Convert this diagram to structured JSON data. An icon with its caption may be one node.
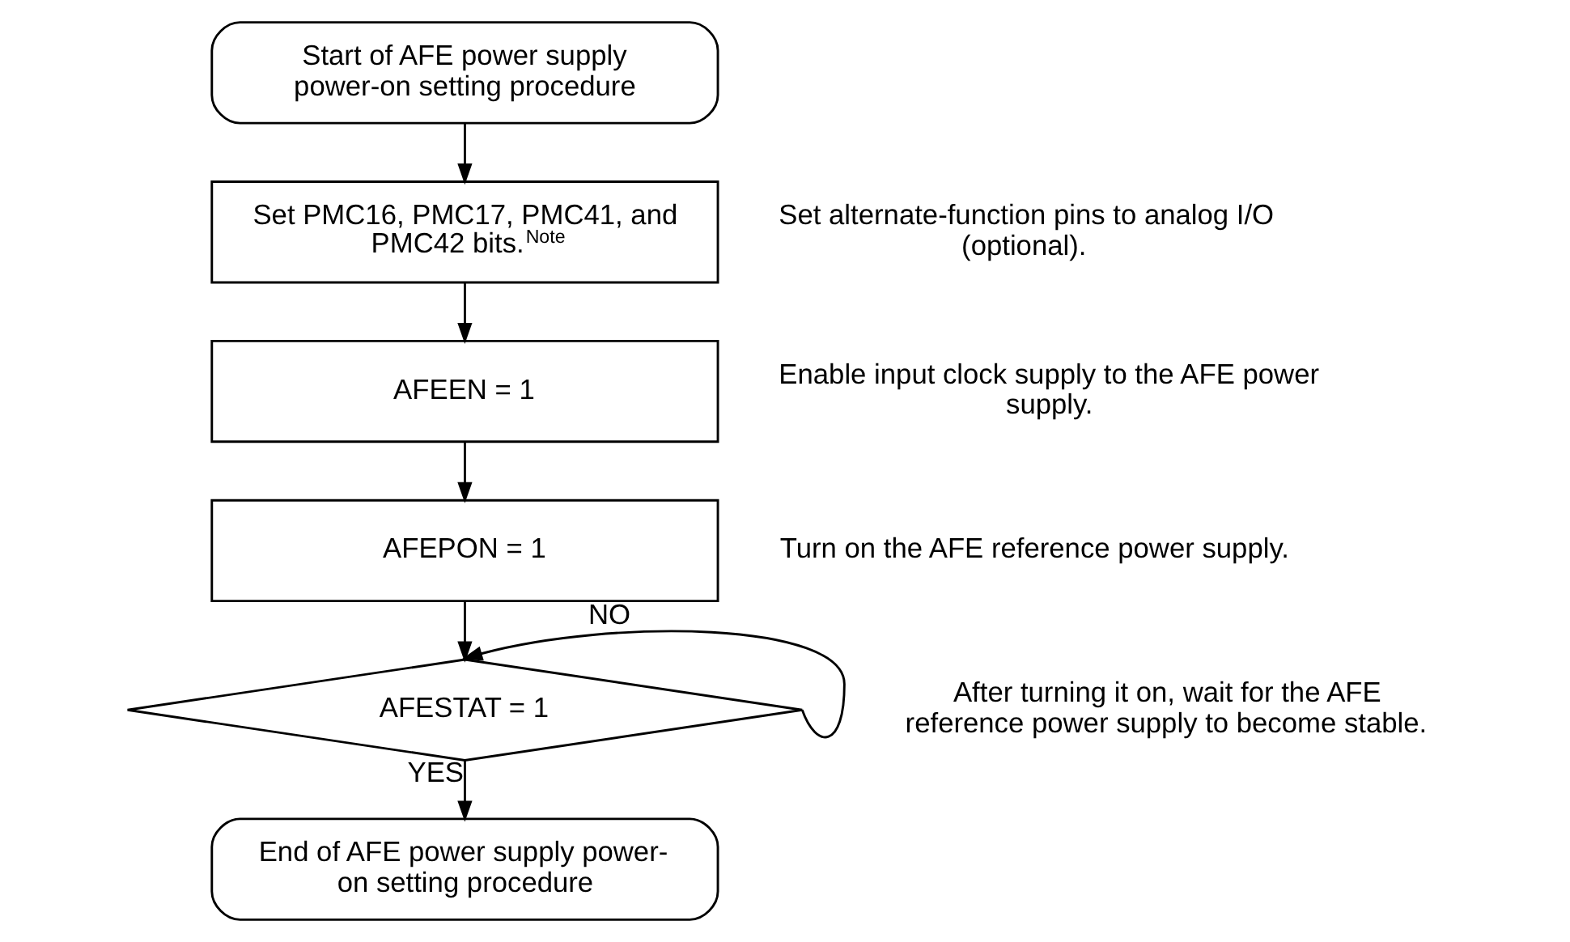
{
  "diagram": {
    "nodes": [
      {
        "text": [
          "Start of AFE power supply power-on setting procedure"
        ]
      },
      {
        "text": [
          "Set PMC16, PMC17, PMC41, and PMC42 bits.$^{Note}$"
        ],
        "beside": [
          "Set alternate-function pins to analog I/O (optional)."
        ]
      },
      {
        "text": [
          "AFEEN = 1"
        ],
        "beside": [
          "Enable input clock supply to the AFE power supply."
        ]
      },
      {
        "text": [
          "AFEPON = 1"
        ],
        "beside": [
          "Turn on the AFE reference power supply."
        ]
      },
      {
        "text": [
          "AFESTAT = 1"
        ],
        "beside": [
          "After turning it on, wait for the AFE reference power supply to become stable."
        ]
      },
      {
        "text": [
          "End of AFE power supply power-on setting procedure"
        ]
      }
    ],
    "edges": [
      {
        "from": 0,
        "to": 1,
        "arrow": "to"
      },
      {
        "from": 1,
        "to": 2,
        "arrow": "to"
      },
      {
        "from": 2,
        "to": 3,
        "arrow": "to"
      },
      {
        "from": 3,
        "to": 4,
        "arrow": "to"
      },
      {
        "from": 4,
        "to": 4,
        "arrow": "to",
        "label": "NO"
      },
      {
        "from": 4,
        "to": 5,
        "arrow": "to",
        "label": "YES"
      }
    ]
  }
}
